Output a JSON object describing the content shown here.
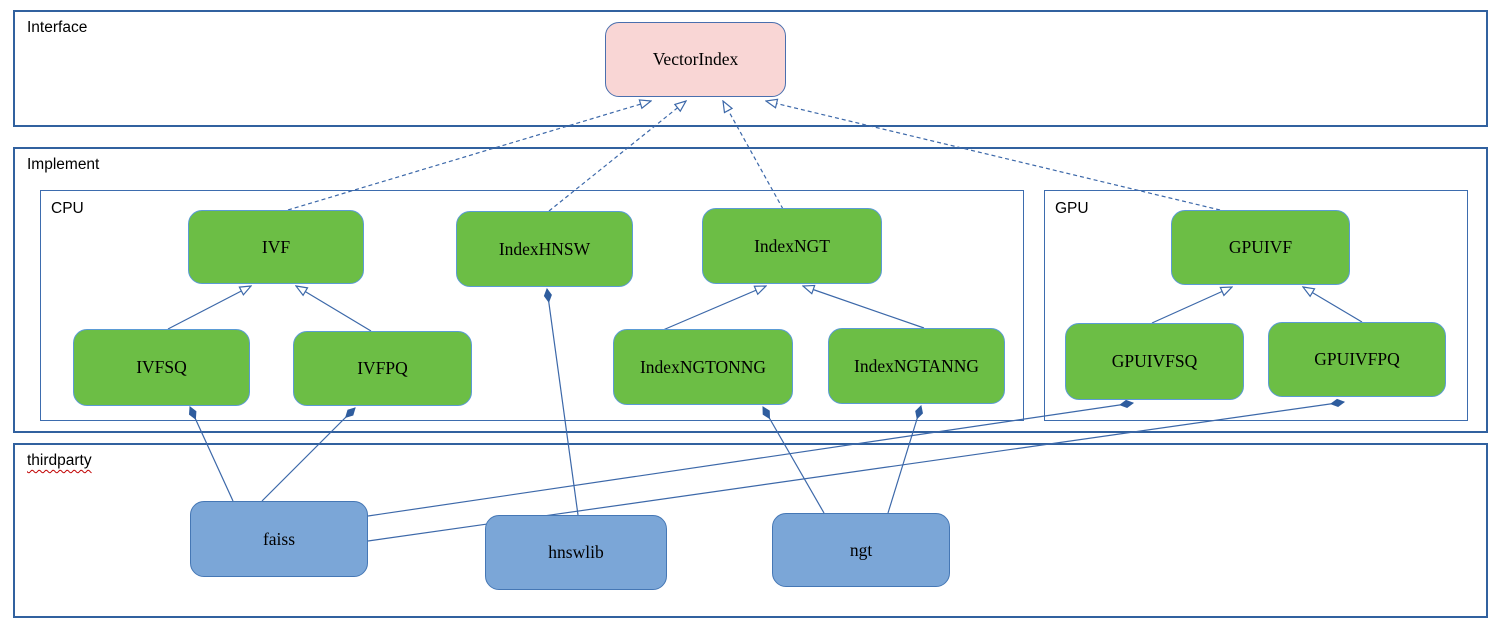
{
  "diagram": {
    "containers": {
      "interface": {
        "label": "Interface"
      },
      "implement": {
        "label": "Implement"
      },
      "cpu": {
        "label": "CPU"
      },
      "gpu": {
        "label": "GPU"
      },
      "thirdparty": {
        "label": "thirdparty",
        "spellcheck_underline": true
      }
    },
    "nodes": {
      "vectorindex": {
        "label": "VectorIndex",
        "kind": "interface"
      },
      "ivf": {
        "label": "IVF",
        "kind": "cpu-implementation"
      },
      "indexhnsw": {
        "label": "IndexHNSW",
        "kind": "cpu-implementation"
      },
      "indexngt": {
        "label": "IndexNGT",
        "kind": "cpu-implementation"
      },
      "ivfsq": {
        "label": "IVFSQ",
        "kind": "cpu-implementation"
      },
      "ivfpq": {
        "label": "IVFPQ",
        "kind": "cpu-implementation"
      },
      "indexngtonng": {
        "label": "IndexNGTONNG",
        "kind": "cpu-implementation"
      },
      "indexngtanng": {
        "label": "IndexNGTANNG",
        "kind": "cpu-implementation"
      },
      "gpuivf": {
        "label": "GPUIVF",
        "kind": "gpu-implementation"
      },
      "gpuivfsq": {
        "label": "GPUIVFSQ",
        "kind": "gpu-implementation"
      },
      "gpuivfpq": {
        "label": "GPUIVFPQ",
        "kind": "gpu-implementation"
      },
      "faiss": {
        "label": "faiss",
        "kind": "thirdparty-library"
      },
      "hnswlib": {
        "label": "hnswlib",
        "kind": "thirdparty-library"
      },
      "ngt": {
        "label": "ngt",
        "kind": "thirdparty-library"
      }
    },
    "edges": [
      {
        "from": "ivf",
        "to": "vectorindex",
        "type": "realization"
      },
      {
        "from": "indexhnsw",
        "to": "vectorindex",
        "type": "realization"
      },
      {
        "from": "indexngt",
        "to": "vectorindex",
        "type": "realization"
      },
      {
        "from": "gpuivf",
        "to": "vectorindex",
        "type": "realization"
      },
      {
        "from": "ivfsq",
        "to": "ivf",
        "type": "generalization"
      },
      {
        "from": "ivfpq",
        "to": "ivf",
        "type": "generalization"
      },
      {
        "from": "indexngtonng",
        "to": "indexngt",
        "type": "generalization"
      },
      {
        "from": "indexngtanng",
        "to": "indexngt",
        "type": "generalization"
      },
      {
        "from": "gpuivfsq",
        "to": "gpuivf",
        "type": "generalization"
      },
      {
        "from": "gpuivfpq",
        "to": "gpuivf",
        "type": "generalization"
      },
      {
        "from": "faiss",
        "to": "ivfsq",
        "type": "composition"
      },
      {
        "from": "faiss",
        "to": "ivfpq",
        "type": "composition"
      },
      {
        "from": "hnswlib",
        "to": "indexhnsw",
        "type": "composition"
      },
      {
        "from": "ngt",
        "to": "indexngtonng",
        "type": "composition"
      },
      {
        "from": "ngt",
        "to": "indexngtanng",
        "type": "composition"
      },
      {
        "from": "faiss",
        "to": "gpuivfsq",
        "type": "composition"
      },
      {
        "from": "faiss",
        "to": "gpuivfpq",
        "type": "composition"
      }
    ],
    "colors": {
      "interface_node_fill": "#f9d6d5",
      "implementation_node_fill": "#6cbe45",
      "implementation_node_border": "#5b9bd5",
      "thirdparty_node_fill": "#7ba6d7",
      "container_border": "#31619f",
      "connector": "#3c68a9",
      "spellcheck_underline": "#c00000"
    }
  }
}
